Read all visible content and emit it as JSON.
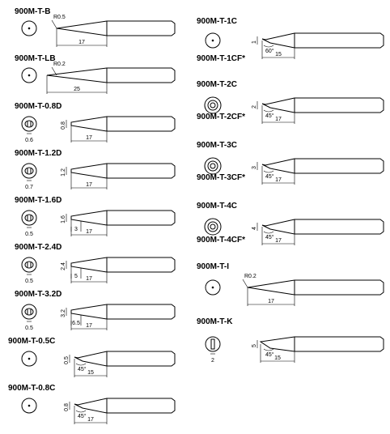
{
  "tips": [
    {
      "id": "b",
      "name": "900M-T-B",
      "face": "dot",
      "tip": "conical",
      "dims": [
        {
          "key": "radius",
          "text": "R0.5"
        },
        {
          "key": "length",
          "text": "17"
        }
      ]
    },
    {
      "id": "lb",
      "name": "900M-T-LB",
      "face": "dot",
      "tip": "long-conical",
      "dims": [
        {
          "key": "radius",
          "text": "R0.2"
        },
        {
          "key": "length",
          "text": "25"
        }
      ]
    },
    {
      "id": "08d",
      "name": "900M-T-0.8D",
      "face": "chisel",
      "tip": "chisel",
      "dims": [
        {
          "key": "width",
          "text": "0.8"
        },
        {
          "key": "thick",
          "text": "0.6"
        },
        {
          "key": "length",
          "text": "17"
        }
      ]
    },
    {
      "id": "12d",
      "name": "900M-T-1.2D",
      "face": "chisel",
      "tip": "chisel",
      "dims": [
        {
          "key": "width",
          "text": "1.2"
        },
        {
          "key": "thick",
          "text": "0.7"
        },
        {
          "key": "length",
          "text": "17"
        }
      ]
    },
    {
      "id": "16d",
      "name": "900M-T-1.6D",
      "face": "chisel",
      "tip": "chisel",
      "dims": [
        {
          "key": "width",
          "text": "1.6"
        },
        {
          "key": "thick",
          "text": "0.5"
        },
        {
          "key": "step",
          "text": "3"
        },
        {
          "key": "length",
          "text": "17"
        }
      ]
    },
    {
      "id": "24d",
      "name": "900M-T-2.4D",
      "face": "chisel",
      "tip": "chisel",
      "dims": [
        {
          "key": "width",
          "text": "2.4"
        },
        {
          "key": "thick",
          "text": "0.5"
        },
        {
          "key": "step",
          "text": "5"
        },
        {
          "key": "length",
          "text": "17"
        }
      ]
    },
    {
      "id": "32d",
      "name": "900M-T-3.2D",
      "face": "chisel",
      "tip": "chisel",
      "dims": [
        {
          "key": "width",
          "text": "3.2"
        },
        {
          "key": "thick",
          "text": "0.5"
        },
        {
          "key": "step",
          "text": "6.5"
        },
        {
          "key": "length",
          "text": "17"
        }
      ]
    },
    {
      "id": "05c",
      "name": "900M-T-0.5C",
      "face": "dot",
      "tip": "bevel",
      "dims": [
        {
          "key": "width",
          "text": "0.5"
        },
        {
          "key": "angle",
          "text": "45°"
        },
        {
          "key": "length",
          "text": "15"
        }
      ]
    },
    {
      "id": "08c",
      "name": "900M-T-0.8C",
      "face": "dot",
      "tip": "bevel",
      "dims": [
        {
          "key": "width",
          "text": "0.8"
        },
        {
          "key": "angle",
          "text": "45°"
        },
        {
          "key": "length",
          "text": "17"
        }
      ]
    },
    {
      "id": "1c",
      "name": "900M-T-1C",
      "alt": "900M-T-1CF*",
      "face": "dot",
      "tip": "bevel",
      "dims": [
        {
          "key": "width",
          "text": "1"
        },
        {
          "key": "angle",
          "text": "60°"
        },
        {
          "key": "length",
          "text": "15"
        }
      ]
    },
    {
      "id": "2c",
      "name": "900M-T-2C",
      "alt": "900M-T-2CF*",
      "face": "ring",
      "tip": "bevel",
      "dims": [
        {
          "key": "width",
          "text": "2"
        },
        {
          "key": "angle",
          "text": "45°"
        },
        {
          "key": "length",
          "text": "17"
        }
      ]
    },
    {
      "id": "3c",
      "name": "900M-T-3C",
      "alt": "900M-T-3CF*",
      "face": "ring",
      "tip": "bevel",
      "dims": [
        {
          "key": "width",
          "text": "3"
        },
        {
          "key": "angle",
          "text": "45°"
        },
        {
          "key": "length",
          "text": "17"
        }
      ]
    },
    {
      "id": "4c",
      "name": "900M-T-4C",
      "alt": "900M-T-4CF*",
      "face": "ring",
      "tip": "bevel",
      "dims": [
        {
          "key": "width",
          "text": "4"
        },
        {
          "key": "angle",
          "text": "45°"
        },
        {
          "key": "length",
          "text": "17"
        }
      ]
    },
    {
      "id": "i",
      "name": "900M-T-I",
      "face": "dot",
      "tip": "conical",
      "dims": [
        {
          "key": "radius",
          "text": "R0.2"
        },
        {
          "key": "length",
          "text": "17"
        }
      ]
    },
    {
      "id": "k",
      "name": "900M-T-K",
      "face": "knife",
      "tip": "knife",
      "dims": [
        {
          "key": "width",
          "text": "5"
        },
        {
          "key": "thick",
          "text": "2"
        },
        {
          "key": "angle",
          "text": "45°"
        },
        {
          "key": "length",
          "text": "15"
        }
      ]
    }
  ]
}
